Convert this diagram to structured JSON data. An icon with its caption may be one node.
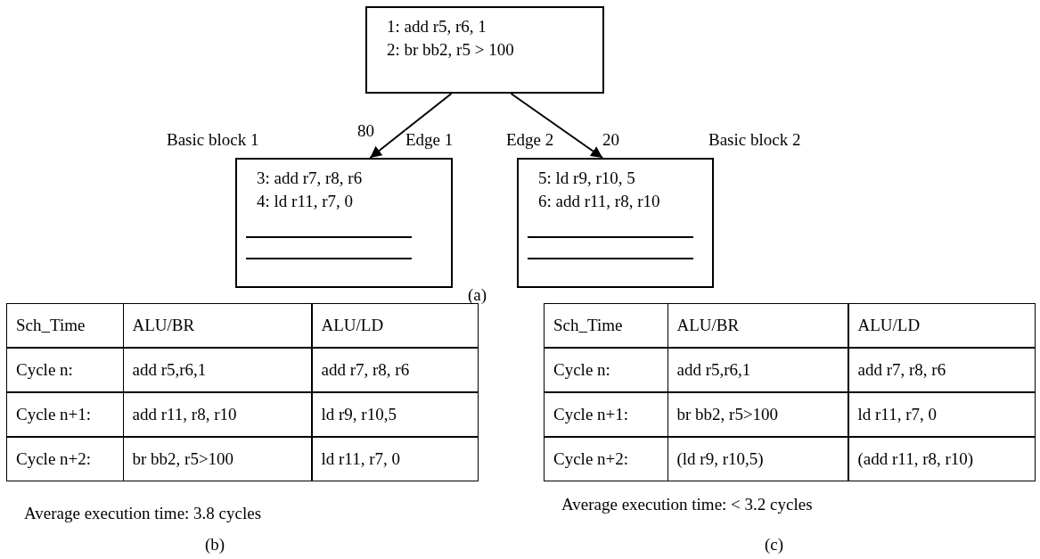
{
  "diagram": {
    "nodes": [
      {
        "text": [
          "1: add r5, r6, 1",
          "2: br bb2, r5 > 100"
        ]
      },
      {
        "text": [
          "3: add r7, r8, r6",
          "4: ld r11, r7, 0"
        ],
        "beside": [
          "Basic block 1"
        ]
      },
      {
        "text": [
          "5: ld r9, r10, 5",
          "6: add r11, r8, r10"
        ],
        "beside": [
          "Basic block 2"
        ]
      }
    ],
    "edges": [
      {
        "from": 0,
        "to": 1,
        "arrow": "to",
        "label": "Edge 1"
      },
      {
        "from": 0,
        "to": 2,
        "arrow": "to",
        "label": "Edge 2"
      }
    ],
    "labels": [
      "80",
      "20",
      "(a)",
      "Sch_Time",
      "ALU/BR",
      "ALU/LD",
      "Cycle n:",
      "add r5,r6,1",
      "add r7, r8, r6",
      "Cycle n+1:",
      "add r11, r8, r10",
      "ld r9, r10,5",
      "Cycle n+2:",
      "br bb2, r5>100",
      "ld r11, r7, 0",
      "Average execution time: 3.8 cycles",
      "(b)",
      "Sch_Time",
      "ALU/BR",
      "ALU/LD",
      "Cycle n:",
      "add r5,r6,1",
      "add r7, r8, r6",
      "Cycle n+1:",
      "br bb2, r5>100",
      "ld r11, r7, 0",
      "Cycle n+2:",
      "(ld r9, r10,5)",
      "(add r11, r8, r10)",
      "Average execution time: < 3.2 cycles",
      "(c)"
    ]
  }
}
